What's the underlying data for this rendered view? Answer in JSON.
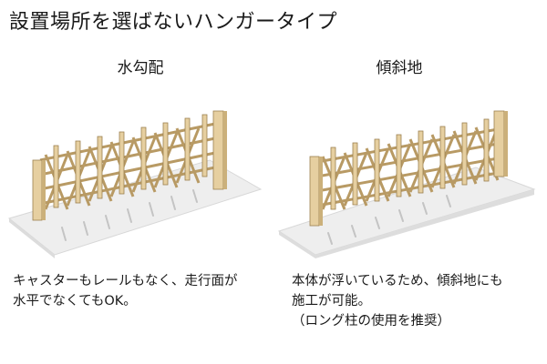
{
  "page": {
    "title": "設置場所を選ばないハンガータイプ"
  },
  "panels": [
    {
      "label": "水勾配",
      "description": [
        "キャスターもレールもなく、走行面が",
        "水平でなくてもOK。"
      ]
    },
    {
      "label": "傾斜地",
      "description": [
        "本体が浮いているため、傾斜地にも",
        "施工が可能。",
        "（ロング柱の使用を推奨）"
      ]
    }
  ],
  "colors": {
    "wood": "#e6cfa0",
    "wood_shade": "#cbb07a",
    "wood_edge": "#9c8050",
    "ground": "#eeeeee",
    "ground_edge": "#d4d4d4",
    "mark": "#c8c8c8"
  }
}
